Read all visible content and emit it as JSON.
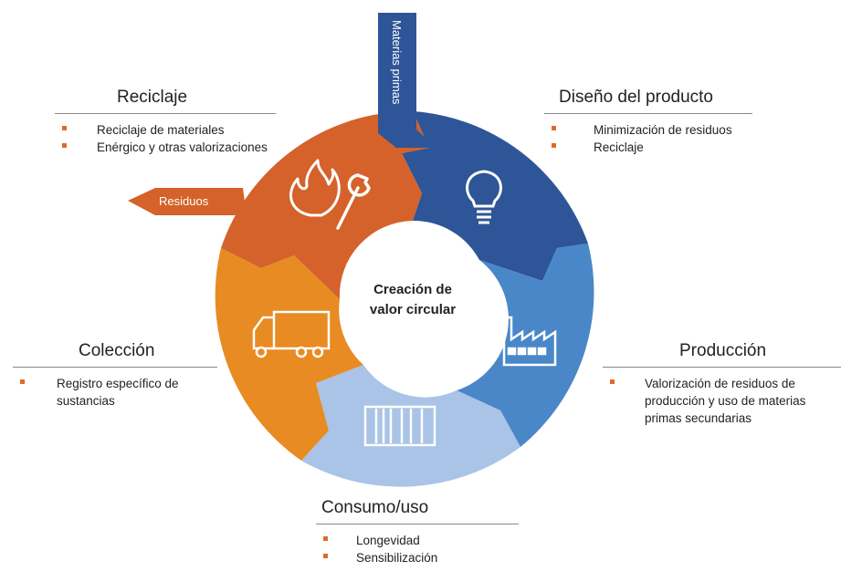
{
  "center": {
    "line1": "Creación de",
    "line2": "valor circular"
  },
  "inputs": {
    "materias_primas": "Materias primas",
    "residuos": "Residuos"
  },
  "stages": [
    {
      "id": "reciclaje",
      "title": "Reciclaje",
      "bullets": [
        "Reciclaje de materiales",
        "Enérgico y otras valorizaciones"
      ],
      "color": "#D4622A",
      "icons": [
        "fire-icon",
        "wrench-icon"
      ]
    },
    {
      "id": "diseno",
      "title": "Diseño del producto",
      "bullets": [
        "Minimización de residuos",
        "Reciclaje"
      ],
      "color": "#2E5597",
      "icons": [
        "light-bulb-icon"
      ]
    },
    {
      "id": "produccion",
      "title": "Producción",
      "bullets": [
        "Valorización de residuos de producción y uso de materias primas secundarias"
      ],
      "color": "#4A87C9",
      "icons": [
        "factory-icon"
      ]
    },
    {
      "id": "consumo",
      "title": "Consumo/uso",
      "bullets": [
        "Longevidad",
        "Sensibilización"
      ],
      "color": "#A9C4E6",
      "icons": [
        "barcode-icon"
      ]
    },
    {
      "id": "coleccion",
      "title": "Colección",
      "bullets": [
        "Registro específico de sustancias"
      ],
      "color": "#E88B22",
      "icons": [
        "truck-icon"
      ]
    }
  ]
}
